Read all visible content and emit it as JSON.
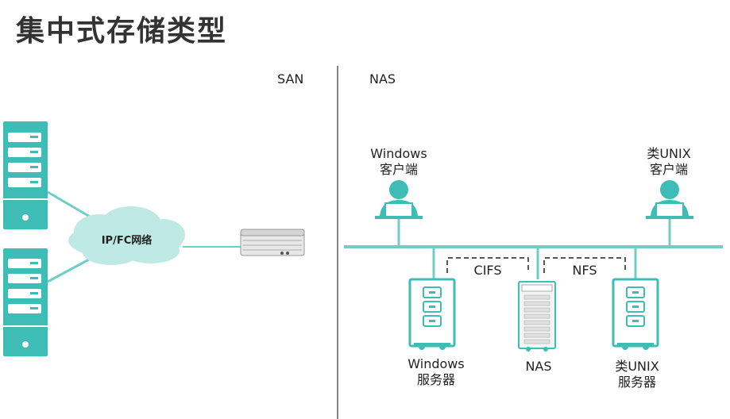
{
  "title": "集中式存储类型",
  "san": {
    "label": "SAN",
    "network_label": "IP/FC网络"
  },
  "nas": {
    "label": "NAS",
    "windows_client_line1": "Windows",
    "windows_client_line2": "客户端",
    "unix_client_line1": "类UNIX",
    "unix_client_line2": "客户端",
    "cifs_label": "CIFS",
    "nfs_label": "NFS",
    "windows_server_line1": "Windows",
    "windows_server_line2": "服务器",
    "nas_device_label": "NAS",
    "unix_server_line1": "类UNIX",
    "unix_server_line2": "服务器"
  },
  "colors": {
    "teal": "#3dbdb5",
    "teal_light": "#8dd8d2",
    "cloud": "#bfe9e5"
  }
}
